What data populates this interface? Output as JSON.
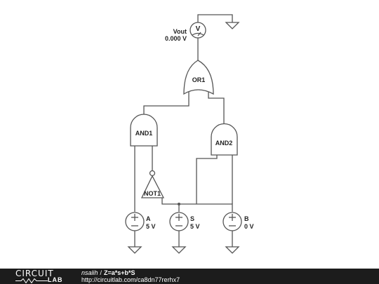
{
  "schematic": {
    "voltmeter": {
      "symbol": "V",
      "label": "Vout",
      "reading": "0.000 V"
    },
    "gates": {
      "or1": {
        "label": "OR1"
      },
      "and1": {
        "label": "AND1"
      },
      "and2": {
        "label": "AND2"
      },
      "not1": {
        "label": "NOT1"
      }
    },
    "sources": {
      "a": {
        "name": "A",
        "value": "5 V"
      },
      "s": {
        "name": "S",
        "value": "5 V"
      },
      "b": {
        "name": "B",
        "value": "0 V"
      }
    }
  },
  "footer": {
    "logo_top": "CIRCUIT",
    "logo_bottom": "LAB",
    "author": "nsalih",
    "separator": "/",
    "title": "Z=a*s+b*S",
    "url": "http://circuitlab.com/ca8dn77rerhx7"
  }
}
